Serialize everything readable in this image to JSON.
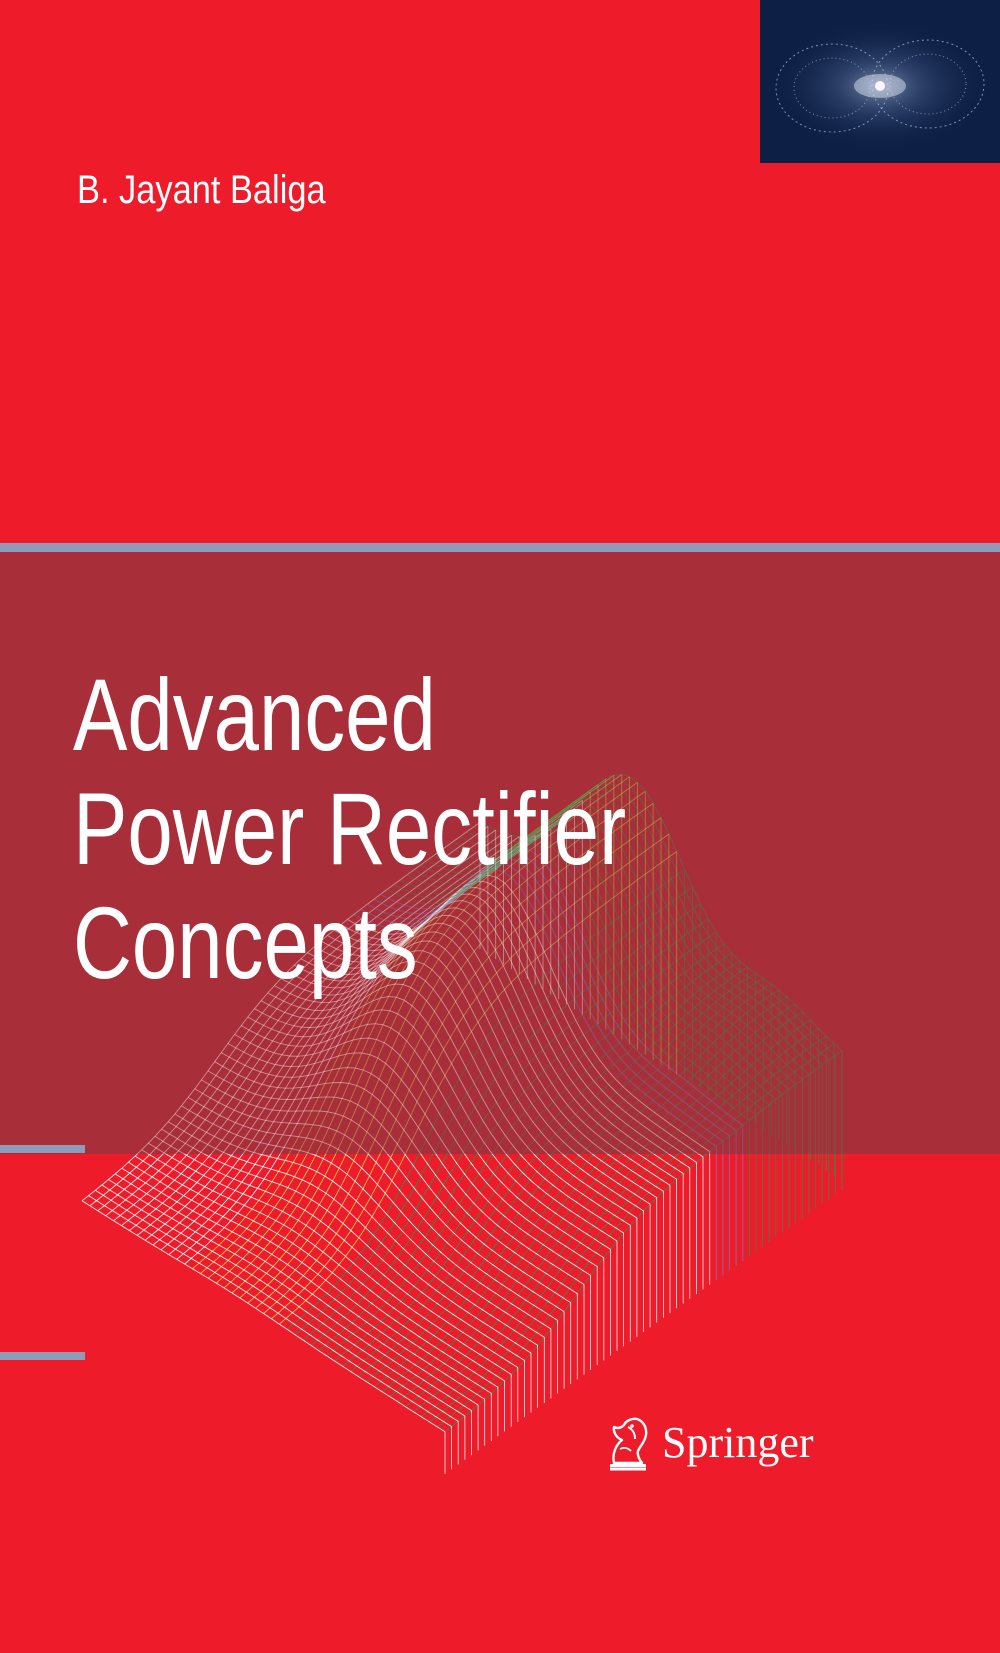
{
  "book": {
    "author": "B. Jayant Baliga",
    "title_lines": [
      "Advanced",
      "Power Rectifier",
      "Concepts"
    ],
    "publisher": "Springer"
  },
  "colors": {
    "background": "#ee1c2b",
    "title_band": "#a82f3a",
    "rule": "#8f9bb8",
    "thumbnail_bg": "#0d1f44",
    "text": "#ffffff"
  },
  "icons": {
    "publisher_logo": "springer-horse-logo",
    "thumbnail": "nebula-thumbnail"
  }
}
